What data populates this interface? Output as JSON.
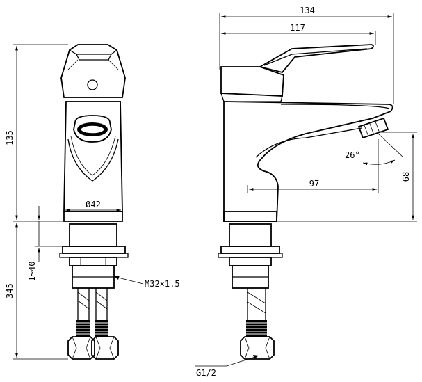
{
  "drawing": {
    "type": "technical-drawing",
    "views": [
      "front-view",
      "side-view"
    ],
    "dimensions": {
      "overall_width": "134",
      "spout_reach_from_body": "117",
      "height_above_deck": "135",
      "body_diameter": "Ø42",
      "deck_thickness_range": "1~40",
      "below_deck_length": "345",
      "thread_size": "M32×1.5",
      "spout_projection": "97",
      "outlet_angle": "26°",
      "outlet_height": "68",
      "inlet_connection": "G1/2"
    }
  }
}
